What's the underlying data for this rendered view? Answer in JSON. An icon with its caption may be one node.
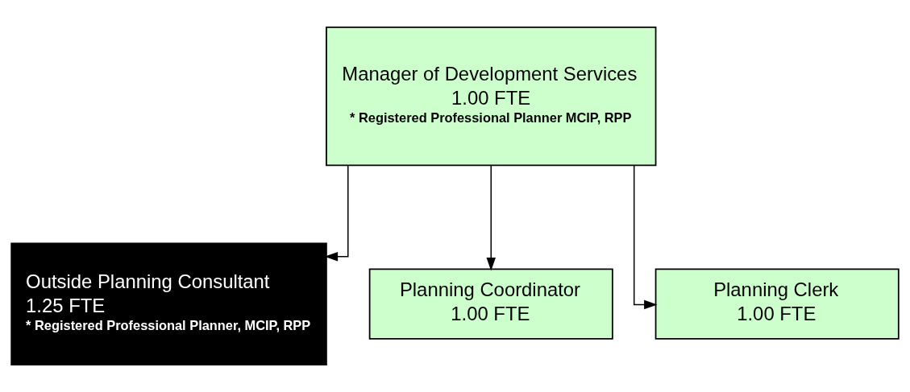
{
  "diagram": {
    "nodes": [
      {
        "text": [
          "Manager of Development Services",
          "1.00 FTE",
          "* Registered Professional Planner MCIP, RPP"
        ]
      },
      {
        "text": [
          "Outside Planning Consultant",
          "1.25 FTE",
          "* Registered Professional Planner, MCIP, RPP"
        ]
      },
      {
        "text": [
          "Planning Coordinator",
          "1.00 FTE"
        ]
      },
      {
        "text": [
          "Planning Clerk",
          "1.00 FTE"
        ]
      }
    ],
    "edges": [
      {
        "from": 0,
        "to": 2,
        "arrow": "to"
      },
      {
        "from": 0,
        "to": 1,
        "arrow": "to"
      },
      {
        "from": 0,
        "to": 3,
        "arrow": "to"
      }
    ]
  }
}
